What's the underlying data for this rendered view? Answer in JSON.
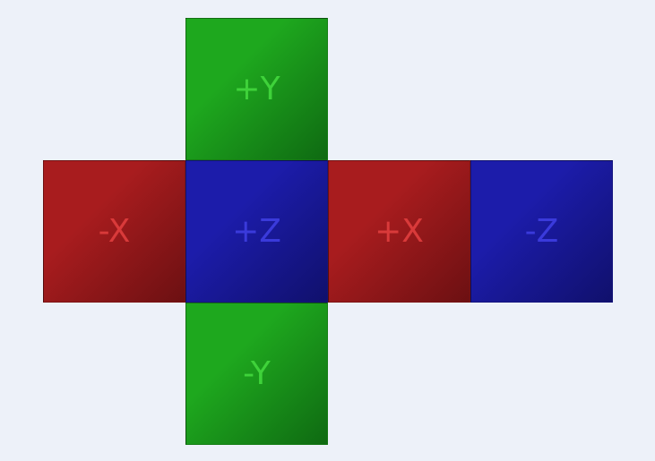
{
  "faces": {
    "pos_y": {
      "label": "+Y",
      "color_light": "#1ea81e",
      "color_dark": "#0f6a12",
      "label_color": "#3fd23a"
    },
    "neg_x": {
      "label": "-X",
      "color_light": "#a81c1e",
      "color_dark": "#6c1012",
      "label_color": "#d93a3a"
    },
    "pos_z": {
      "label": "+Z",
      "color_light": "#1c1caa",
      "color_dark": "#10106c",
      "label_color": "#3a3adb"
    },
    "pos_x": {
      "label": "+X",
      "color_light": "#a81c1e",
      "color_dark": "#6c1012",
      "label_color": "#d93a3a"
    },
    "neg_z": {
      "label": "-Z",
      "color_light": "#1c1caa",
      "color_dark": "#10106c",
      "label_color": "#3a3adb"
    },
    "neg_y": {
      "label": "-Y",
      "color_light": "#1ea81e",
      "color_dark": "#0f6a12",
      "label_color": "#3fd23a"
    }
  }
}
